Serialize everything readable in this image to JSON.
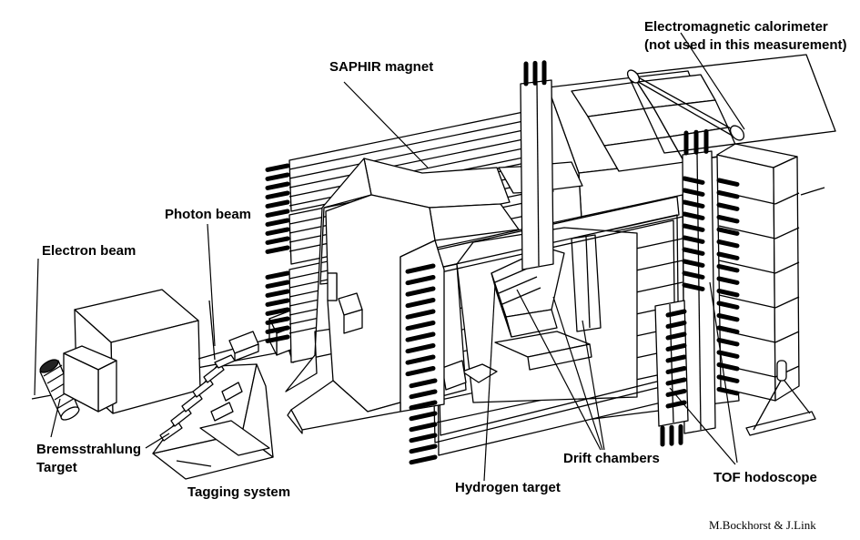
{
  "figure": {
    "labels": {
      "em_calorimeter_line1": "Electromagnetic calorimeter",
      "em_calorimeter_line2": "(not used in this measurement)",
      "saphir_magnet": "SAPHIR magnet",
      "photon_beam": "Photon beam",
      "electron_beam": "Electron beam",
      "bremsstrahlung_line1": "Bremsstrahlung",
      "bremsstrahlung_line2": "Target",
      "tagging_system": "Tagging system",
      "hydrogen_target": "Hydrogen target",
      "drift_chambers": "Drift chambers",
      "tof_hodoscope": "TOF hodoscope"
    },
    "credit": "M.Bockhorst & J.Link"
  }
}
